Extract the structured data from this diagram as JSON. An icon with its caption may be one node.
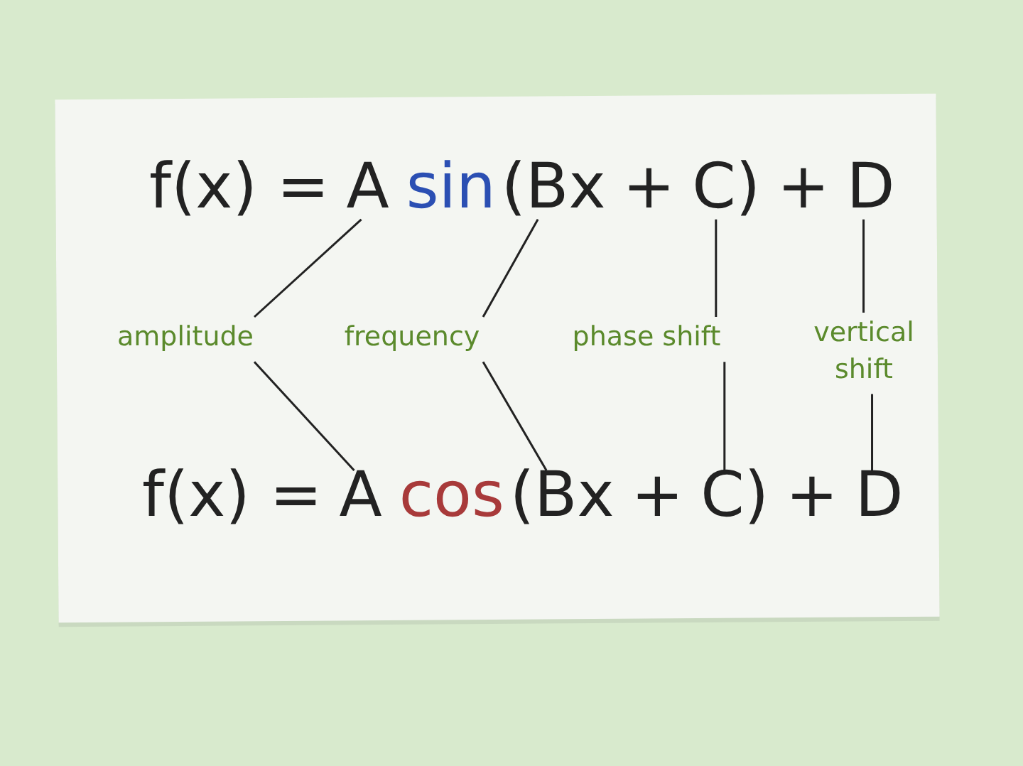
{
  "diagram": {
    "nodes": [
      {
        "text": [
          "f(x) ="
        ]
      },
      {
        "text": [
          "A"
        ]
      },
      {
        "text": [
          "sin"
        ]
      },
      {
        "text": [
          "(Bx"
        ]
      },
      {
        "text": [
          "+"
        ]
      },
      {
        "text": [
          "C)"
        ]
      },
      {
        "text": [
          "+"
        ]
      },
      {
        "text": [
          "D"
        ]
      },
      {
        "text": [
          "f(x) ="
        ]
      },
      {
        "text": [
          "A"
        ]
      },
      {
        "text": [
          "cos"
        ]
      },
      {
        "text": [
          "(Bx"
        ]
      },
      {
        "text": [
          "+"
        ]
      },
      {
        "text": [
          "C)"
        ]
      },
      {
        "text": [
          "+"
        ]
      },
      {
        "text": [
          "D"
        ]
      },
      {
        "text": [
          "amplitude"
        ]
      },
      {
        "text": [
          "frequency"
        ]
      },
      {
        "text": [
          "phase shift"
        ]
      },
      {
        "text": [
          "vertical shift"
        ]
      }
    ],
    "edges": [
      {
        "from": 16,
        "to": 1,
        "arrow": "none"
      },
      {
        "from": 16,
        "to": 9,
        "arrow": "none"
      },
      {
        "from": 17,
        "to": 3,
        "arrow": "none"
      },
      {
        "from": 17,
        "to": 11,
        "arrow": "none"
      },
      {
        "from": 18,
        "to": 5,
        "arrow": "none"
      },
      {
        "from": 18,
        "to": 13,
        "arrow": "none"
      },
      {
        "from": 19,
        "to": 7,
        "arrow": "none"
      },
      {
        "from": 19,
        "to": 15,
        "arrow": "none"
      }
    ]
  }
}
